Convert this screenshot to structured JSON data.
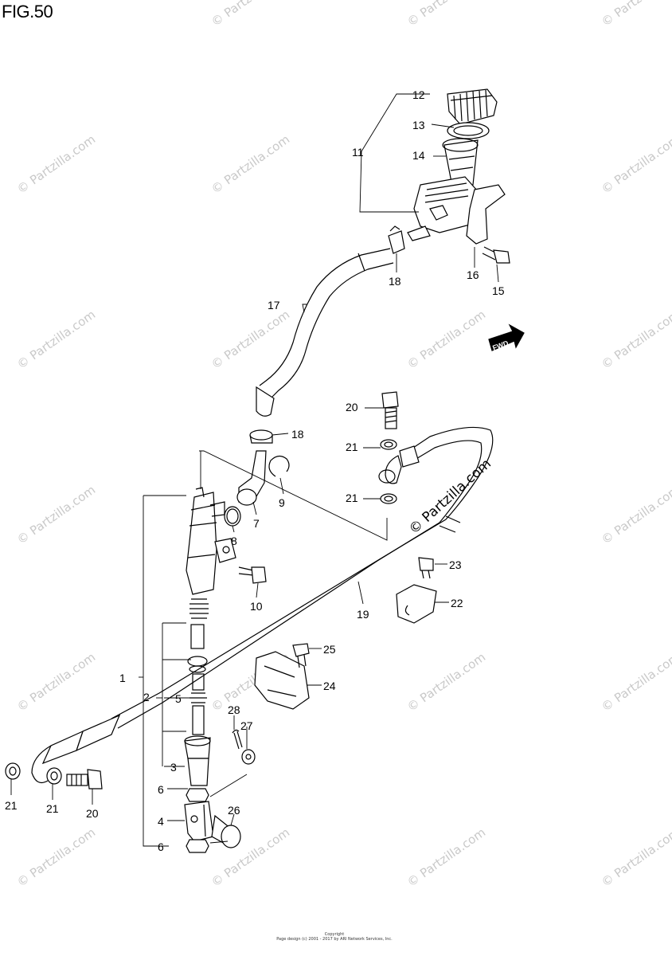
{
  "figure": {
    "title": "FIG.50",
    "watermark": "© Partzilla.com",
    "fwd_label": "FWD",
    "copyright_line1": "Copyright",
    "copyright_line2": "Page design (c) 2001 - 2017 by ARI Network Services, Inc."
  },
  "callouts": {
    "c1": "1",
    "c2": "2",
    "c3": "3",
    "c4": "4",
    "c5": "5",
    "c6a": "6",
    "c6b": "6",
    "c7": "7",
    "c8": "8",
    "c9": "9",
    "c10": "10",
    "c11": "11",
    "c12": "12",
    "c13": "13",
    "c14": "14",
    "c15": "15",
    "c16": "16",
    "c17": "17",
    "c18a": "18",
    "c18b": "18",
    "c19": "19",
    "c20a": "20",
    "c20b": "20",
    "c21a": "21",
    "c21b": "21",
    "c21c": "21",
    "c21d": "21",
    "c22": "22",
    "c23": "23",
    "c24": "24",
    "c25": "25",
    "c26": "26",
    "c27": "27",
    "c28": "28"
  }
}
